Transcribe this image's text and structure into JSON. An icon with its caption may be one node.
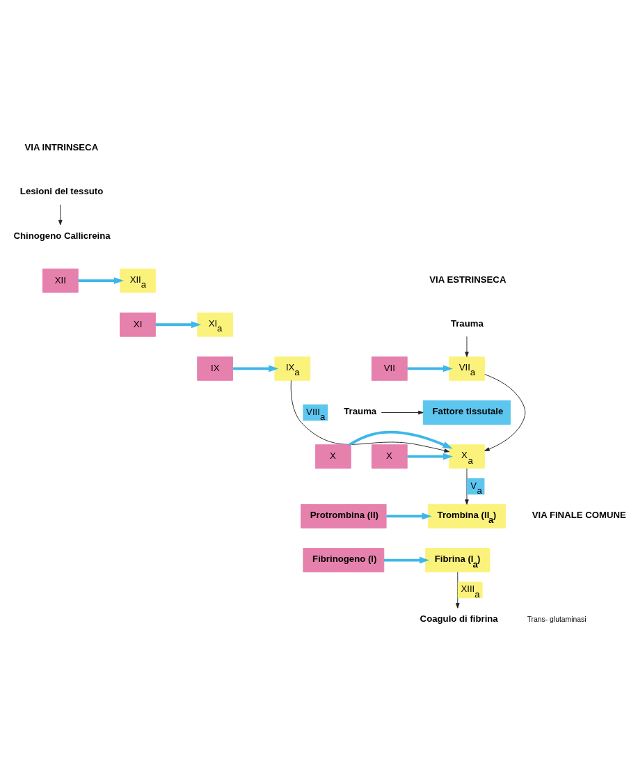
{
  "diagram": {
    "nodes": [
      {
        "text": [
          "Lesioni del tessuto"
        ]
      },
      {
        "text": [
          "Chinogeno Callicreina"
        ]
      },
      {
        "text": [
          "XII"
        ]
      },
      {
        "text": [
          "XII$_{a}$"
        ]
      },
      {
        "text": [
          "XI"
        ]
      },
      {
        "text": [
          "XI$_{a}$"
        ]
      },
      {
        "text": [
          "IX"
        ]
      },
      {
        "text": [
          "IX$_{a}$"
        ]
      },
      {
        "text": [
          "Trauma"
        ]
      },
      {
        "text": [
          "VII$_{a}$"
        ]
      },
      {
        "text": [
          "VII"
        ]
      },
      {
        "text": [
          "Fattore tissutale"
        ]
      },
      {
        "text": [
          "Trauma"
        ]
      },
      {
        "text": [
          "X"
        ]
      },
      {
        "text": [
          "X$_{a}$"
        ]
      },
      {
        "text": [
          "X"
        ]
      },
      {
        "text": [
          "Protrombina (II)"
        ]
      },
      {
        "text": [
          "Trombina (II$_{a}$)"
        ]
      },
      {
        "text": [
          "Fibrinogeno (I)"
        ]
      },
      {
        "text": [
          "Fibrina (I$_{a}$)"
        ]
      },
      {
        "text": [
          "Coagulo di fibrina"
        ]
      }
    ],
    "edges": [
      {
        "from": 0,
        "to": 1,
        "arrow": "to",
        "color": "#222222"
      },
      {
        "from": 2,
        "to": 3,
        "arrow": "to",
        "color": "#3fb6ea"
      },
      {
        "from": 4,
        "to": 5,
        "arrow": "to",
        "color": "#3fb6ea"
      },
      {
        "from": 6,
        "to": 7,
        "arrow": "to",
        "color": "#3fb6ea"
      },
      {
        "from": 8,
        "to": 9,
        "arrow": "to",
        "color": "#222222"
      },
      {
        "from": 10,
        "to": 9,
        "arrow": "to",
        "color": "#3fb6ea"
      },
      {
        "from": 12,
        "to": 11,
        "arrow": "to",
        "color": "#222222"
      },
      {
        "from": 7,
        "to": 14,
        "arrow": "to",
        "label": "VIII$_{a}$",
        "color": "#222222"
      },
      {
        "from": 9,
        "to": 14,
        "arrow": "to",
        "color": "#222222"
      },
      {
        "from": 13,
        "to": 14,
        "arrow": "to",
        "color": "#3fb6ea"
      },
      {
        "from": 15,
        "to": 14,
        "arrow": "to",
        "color": "#3fb6ea"
      },
      {
        "from": 14,
        "to": 17,
        "arrow": "to",
        "label": "V$_{a}$",
        "color": "#222222"
      },
      {
        "from": 16,
        "to": 17,
        "arrow": "to",
        "color": "#3fb6ea"
      },
      {
        "from": 18,
        "to": 19,
        "arrow": "to",
        "color": "#3fb6ea"
      },
      {
        "from": 19,
        "to": 20,
        "arrow": "to",
        "label": "XIII$_{a}$",
        "color": "#222222"
      }
    ],
    "labels": [
      "VIA INTRINSECA",
      "VIA ESTRINSECA",
      "VIA FINALE COMUNE",
      "Trans- glutaminasi"
    ]
  }
}
